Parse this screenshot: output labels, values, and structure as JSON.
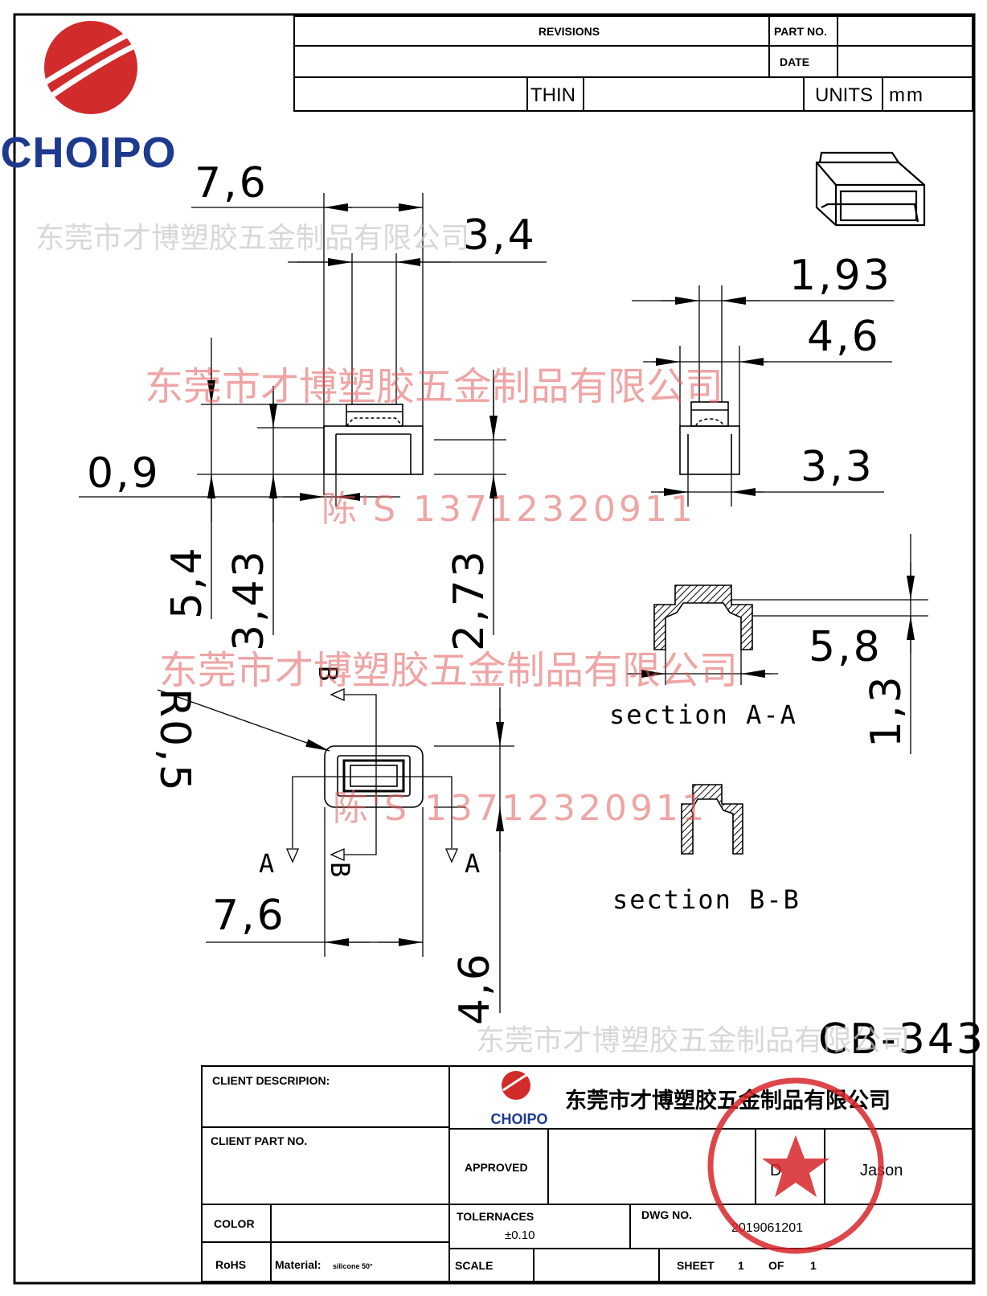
{
  "title_block": {
    "revisions": "REVISIONS",
    "part_no": "PART NO.",
    "date": "DATE",
    "thin": "THIN",
    "units_label": "UNITS",
    "units_value": "mm"
  },
  "brand": {
    "name": "CHOIPO",
    "primary_color": "#d22b2b",
    "text_color": "#1d3a8f"
  },
  "dimensions": {
    "top_width": "7,6",
    "inner_width": "3,4",
    "right_outer": "1,93",
    "right_width": "4,6",
    "right_base": "3,3",
    "left_margin": "0,9",
    "height_total": "5,4",
    "height_inner": "3,43",
    "height_body": "2,73",
    "radius": "R0,5",
    "bottom_width": "7,6",
    "bottom_height": "4,6",
    "section_width": "5,8",
    "section_height": "1,3"
  },
  "markers": {
    "a": "A",
    "b": "B"
  },
  "sections": {
    "aa": "section A-A",
    "bb": "section B-B"
  },
  "model_code": "CB-343",
  "footer": {
    "client_description": "CLIENT DESCRIPION:",
    "client_part_no": "CLIENT PART NO.",
    "color": "COLOR",
    "rohs": "RoHS",
    "material_label": "Material:",
    "material_value": "silicone 50°",
    "company": "东莞市才博塑胶五金制品有限公司",
    "approved": "APPROVED",
    "drawn_by_short": "D",
    "drawn_by": "Jason",
    "tolerances": "TOLERNACES",
    "tolerance_value": "±0.10",
    "dwg_no": "DWG NO.",
    "dwg_value": "2019061201",
    "scale": "SCALE",
    "sheet": "SHEET",
    "sheet_num": "1",
    "sheet_of": "OF",
    "sheet_total": "1"
  },
  "watermarks": {
    "company": "东莞市才博塑胶五金制品有限公司",
    "contact": "陈'S 13712320911"
  }
}
